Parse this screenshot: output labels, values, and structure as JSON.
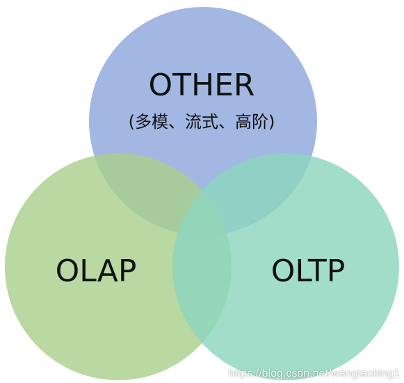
{
  "diagram": {
    "sets": [
      {
        "id": "other",
        "label": "OTHER",
        "sublabel": "(多模、流式、高阶)",
        "color": "#8DA7DA"
      },
      {
        "id": "olap",
        "label": "OLAP",
        "sublabel": "",
        "color": "#A9D08E"
      },
      {
        "id": "oltp",
        "label": "OLTP",
        "sublabel": "",
        "color": "#8ED6BE"
      }
    ]
  },
  "watermark": {
    "text": "https://blog.csdn.net/wangtaoking1"
  }
}
